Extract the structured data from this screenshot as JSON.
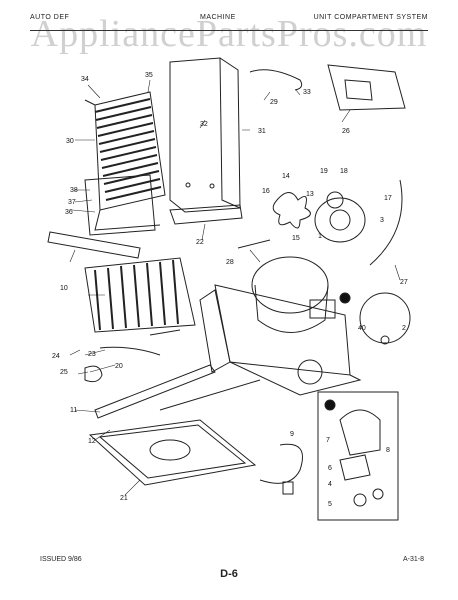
{
  "header": {
    "left": "AUTO DEF",
    "center": "MACHINE",
    "right": "UNIT COMPARTMENT SYSTEM"
  },
  "watermark": "AppliancePartsPros.com",
  "callouts": [
    "34",
    "35",
    "33",
    "30",
    "29",
    "32",
    "31",
    "26",
    "38",
    "37",
    "36",
    "22",
    "19",
    "18",
    "16",
    "14",
    "13",
    "17",
    "3",
    "15",
    "1",
    "28",
    "27",
    "10",
    "24",
    "23",
    "25",
    "20",
    "11",
    "12",
    "40",
    "2",
    "7",
    "8",
    "6",
    "4",
    "5",
    "9",
    "21"
  ],
  "footer": {
    "issued": "ISSUED 9/86",
    "page": "D-6",
    "code": "A-31-8"
  }
}
